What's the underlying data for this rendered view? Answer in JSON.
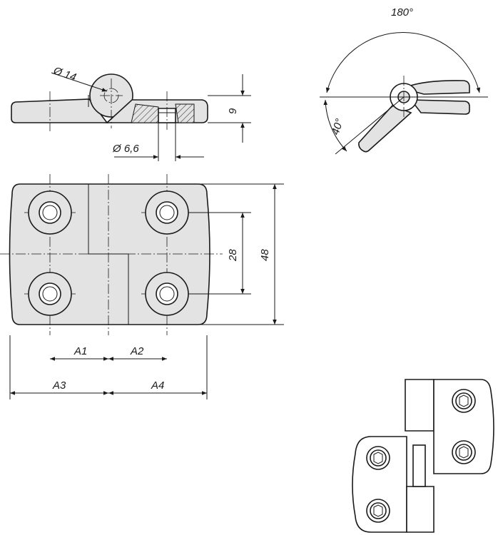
{
  "labels": {
    "diameter_pin": "Ø 14",
    "diameter_hole": "Ø 6,6",
    "thickness": "9",
    "hole_spacing": "28",
    "height": "48",
    "a1": "A1",
    "a2": "A2",
    "a3": "A3",
    "a4": "A4",
    "angle_open": "180°",
    "angle_back": "40°"
  },
  "colors": {
    "line": "#1a1a1a",
    "fill": "#e3e3e3",
    "background": "#ffffff"
  }
}
